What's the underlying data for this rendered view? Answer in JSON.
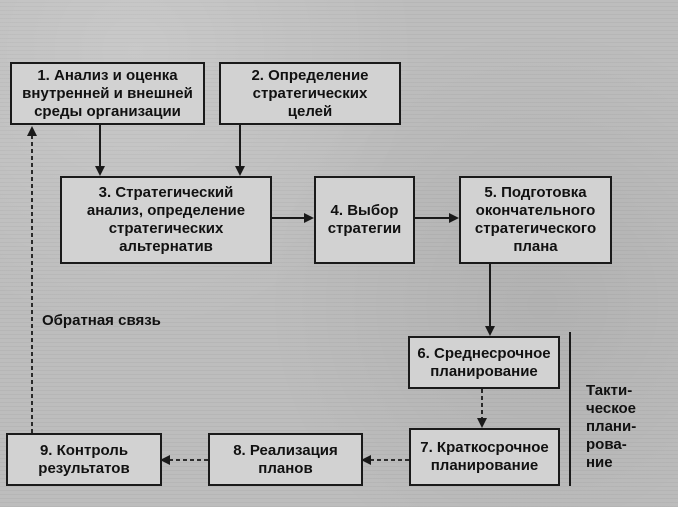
{
  "boxes": {
    "b1": "1. Анализ и оценка\nвнутренней и внешней\nсреды организации",
    "b2": "2. Определение\nстратегических\nцелей",
    "b3": "3. Стратегический\nанализ, определение\nстратегических\nальтернатив",
    "b4": "4. Выбор\nстратегии",
    "b5": "5. Подготовка\nокончательного\nстратегического\nплана",
    "b6": "6. Среднесрочное\nпланирование",
    "b7": "7. Краткосрочное\nпланирование",
    "b8": "8. Реализация\nпланов",
    "b9": "9. Контроль\nрезультатов"
  },
  "labels": {
    "feedback": "Обратная связь",
    "tactical": "Такти-\nческое\nплани-\nрова-\nние"
  }
}
